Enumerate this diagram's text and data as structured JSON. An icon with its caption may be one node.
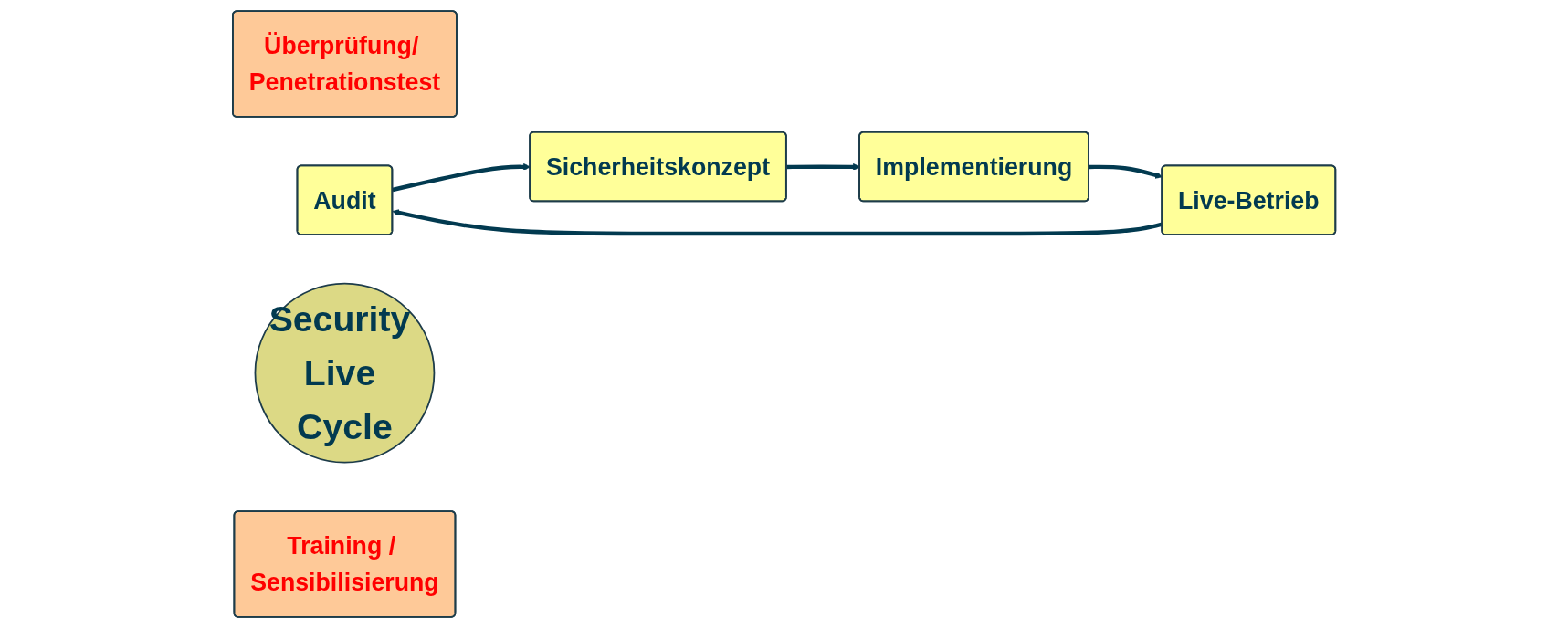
{
  "diagram": {
    "nodes": [
      {
        "text": [
          "Überprüfung/ Penetrationstest"
        ]
      },
      {
        "text": [
          "Audit"
        ]
      },
      {
        "text": [
          "Security Live Cycle"
        ]
      },
      {
        "text": [
          "Live-Betrieb"
        ]
      },
      {
        "text": [
          "Sicherheitskonzept"
        ]
      },
      {
        "text": [
          "Training / Sensibilisierung"
        ]
      },
      {
        "text": [
          "Implementierung"
        ]
      }
    ],
    "edges": [
      {
        "from": 3,
        "to": 1,
        "arrow": "to"
      },
      {
        "from": 1,
        "to": 4,
        "arrow": "to"
      },
      {
        "from": 4,
        "to": 6,
        "arrow": "to"
      },
      {
        "from": 6,
        "to": 3,
        "arrow": "to"
      }
    ]
  }
}
